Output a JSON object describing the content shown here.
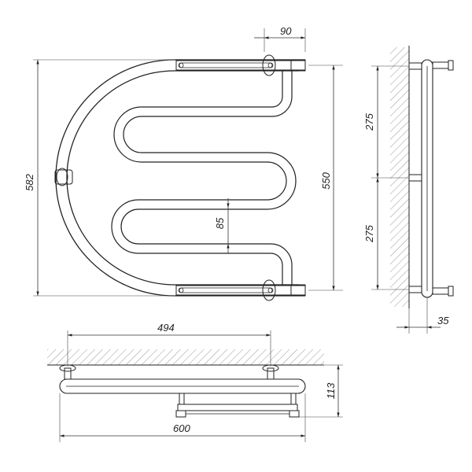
{
  "dimensions": {
    "top_offset": "90",
    "total_height": "582",
    "mount_span": "550",
    "bend_pitch": "85",
    "side_upper": "275",
    "side_lower": "275",
    "wall_offset": "35",
    "mount_width": "494",
    "total_width": "600",
    "depth": "113"
  },
  "colors": {
    "line": "#222222",
    "hatch": "#999999",
    "background": "#ffffff"
  }
}
